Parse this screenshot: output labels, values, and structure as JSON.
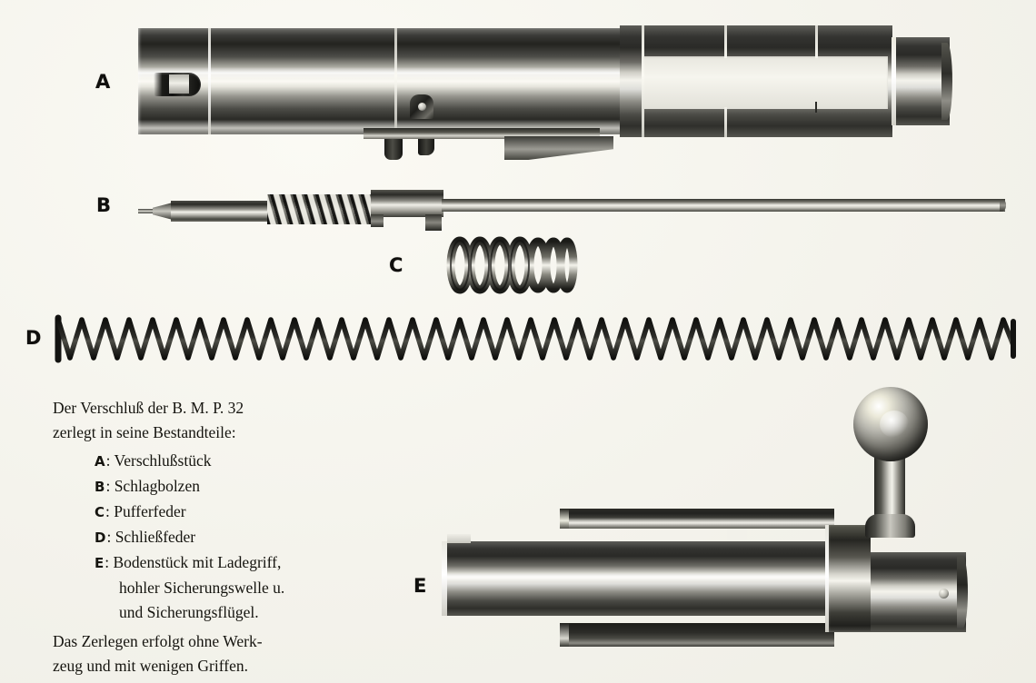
{
  "plate": {
    "background_color": "#f6f5ef",
    "ink_color": "#15140f",
    "letters": [
      {
        "id": "A",
        "label": "A"
      },
      {
        "id": "B",
        "label": "B"
      },
      {
        "id": "C",
        "label": "C"
      },
      {
        "id": "D",
        "label": "D"
      },
      {
        "id": "E",
        "label": "E"
      }
    ]
  },
  "caption": {
    "lead_line1": "Der Verschluß der B. M. P. 32",
    "lead_line2": "zerlegt in seine Bestandteile:",
    "items": [
      {
        "key": "A",
        "sep": ":",
        "text": "Verschlußstück"
      },
      {
        "key": "B",
        "sep": ":",
        "text": "Schlagbolzen"
      },
      {
        "key": "C",
        "sep": ":",
        "text": "Pufferfeder"
      },
      {
        "key": "D",
        "sep": ":",
        "text": "Schließfeder"
      },
      {
        "key": "E",
        "sep": ":",
        "text": "Bodenstück mit Ladegriff,",
        "cont1": "hohler Sicherungswelle u.",
        "cont2": "und Sicherungsflügel."
      }
    ],
    "tail_line1": "Das Zerlegen erfolgt ohne Werk-",
    "tail_line2": "zeug und mit wenigen Griffen."
  },
  "figures": {
    "a": {
      "name": "Verschlußstück",
      "letter": "A"
    },
    "b": {
      "name": "Schlagbolzen",
      "letter": "B"
    },
    "c": {
      "name": "Pufferfeder",
      "letter": "C",
      "coils": 7
    },
    "d": {
      "name": "Schließfeder",
      "letter": "D",
      "coils": 40
    },
    "e": {
      "name": "Bodenstück mit Ladegriff",
      "letter": "E"
    }
  }
}
